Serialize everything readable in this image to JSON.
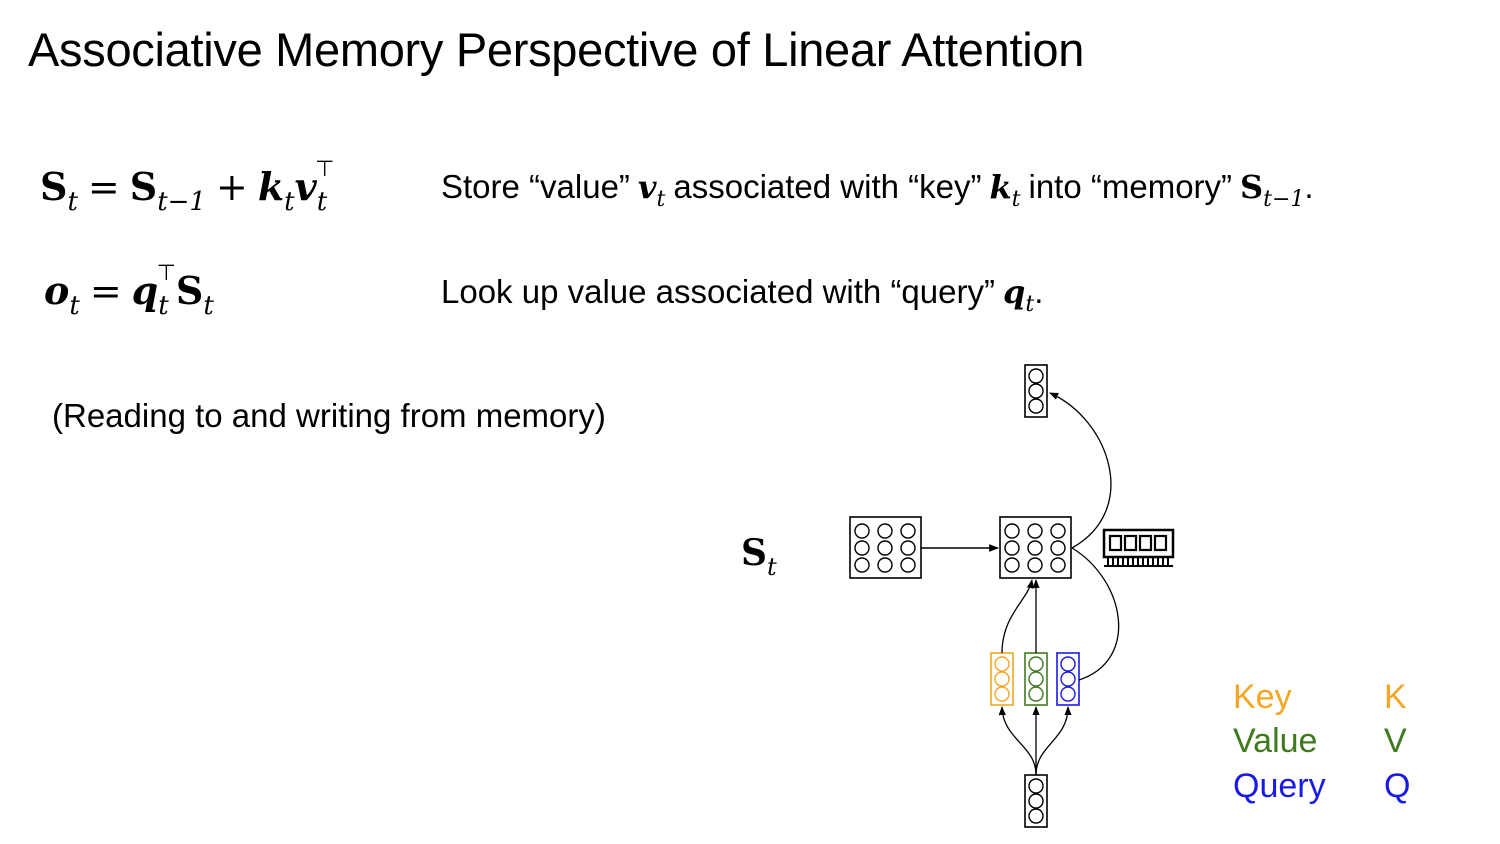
{
  "title": "Associative Memory Perspective of Linear Attention",
  "equations": {
    "update": {
      "S": "S",
      "t": "t",
      "prev": "t−1",
      "eq": "=",
      "plus": "+",
      "k": "k",
      "v": "v",
      "transpose": "⊤"
    },
    "readout": {
      "o": "o",
      "t": "t",
      "eq": "=",
      "q": "q",
      "S": "S",
      "transpose": "⊤"
    }
  },
  "descriptions": {
    "store": {
      "prefix": "Store “value”",
      "mid1": "associated with “key”",
      "mid2": "into “memory”",
      "end": "."
    },
    "lookup": {
      "prefix": "Look up value associated with “query”",
      "end": "."
    }
  },
  "note": "(Reading to and writing from memory)",
  "diagram": {
    "state_label": "S",
    "state_sub": "t"
  },
  "legend": [
    {
      "name": "Key",
      "symbol": "K",
      "color": "#f5a623"
    },
    {
      "name": "Value",
      "symbol": "V",
      "color": "#3f7a1f"
    },
    {
      "name": "Query",
      "symbol": "Q",
      "color": "#1a1ae6"
    }
  ],
  "colors": {
    "key": "#f5a623",
    "value": "#3f7a1f",
    "query": "#1a1ae6"
  },
  "icons": {
    "memory": "ram-chip-icon"
  }
}
